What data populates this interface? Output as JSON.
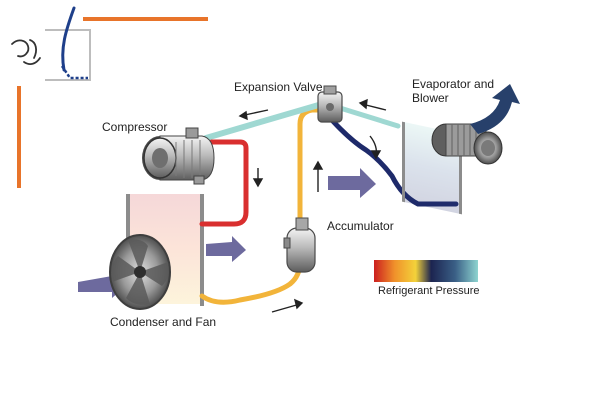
{
  "labels": {
    "expansion_valve": "Expansion Valve",
    "evaporator_line1": "Evaporator and",
    "evaporator_line2": "Blower",
    "compressor": "Compressor",
    "accumulator": "Accumulator",
    "condenser": "Condenser and Fan",
    "legend": "Refrigerant Pressure"
  },
  "legend_gradient": [
    "#cc1f1f",
    "#f0922b",
    "#f3d23a",
    "#1c2450",
    "#3a5f86",
    "#8ed4d0"
  ],
  "colors": {
    "high_pressure_hot": "#d92f2f",
    "high_pressure_liquid": "#f2b43a",
    "low_pressure_liquid": "#1e2a6a",
    "low_pressure_gas": "#9fd8d2",
    "airflow_arrow": "#6d6a9e",
    "blower_arrow": "#27406b",
    "logo_orange": "#e8742a",
    "logo_blue": "#1e3f8a"
  },
  "icons": {
    "logo": "site-logo-icon",
    "compressor": "compressor-icon",
    "condenser": "condenser-coil-icon",
    "fan": "fan-icon",
    "accumulator": "accumulator-icon",
    "expansion_valve": "expansion-valve-icon",
    "evaporator": "evaporator-coil-icon",
    "blower": "blower-icon"
  }
}
